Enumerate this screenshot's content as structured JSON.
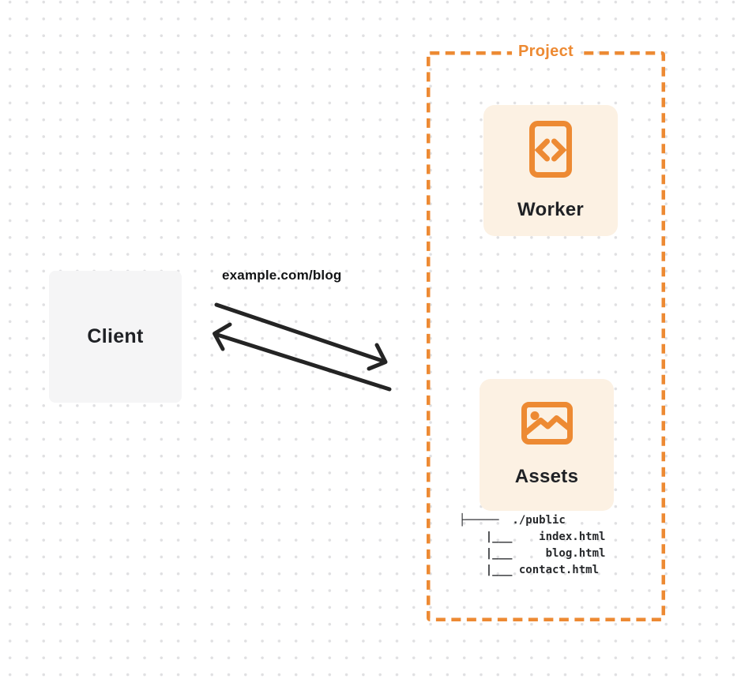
{
  "colors": {
    "orange": "#ED8A33",
    "card-bg": "#FCF1E3",
    "client-bg": "#F5F5F6",
    "ink": "#1F2125",
    "dot": "#E0E0E2",
    "arrow": "#242424"
  },
  "client": {
    "label": "Client"
  },
  "request": {
    "label": "example.com/blog"
  },
  "project": {
    "label": "Project",
    "worker": {
      "label": "Worker",
      "icon": "code-document-icon"
    },
    "assets": {
      "label": "Assets",
      "icon": "image-icon",
      "file_tree": [
        "├─────  ./public",
        "    |___    index.html",
        "    |___     blog.html",
        "    |___ contact.html"
      ]
    }
  }
}
